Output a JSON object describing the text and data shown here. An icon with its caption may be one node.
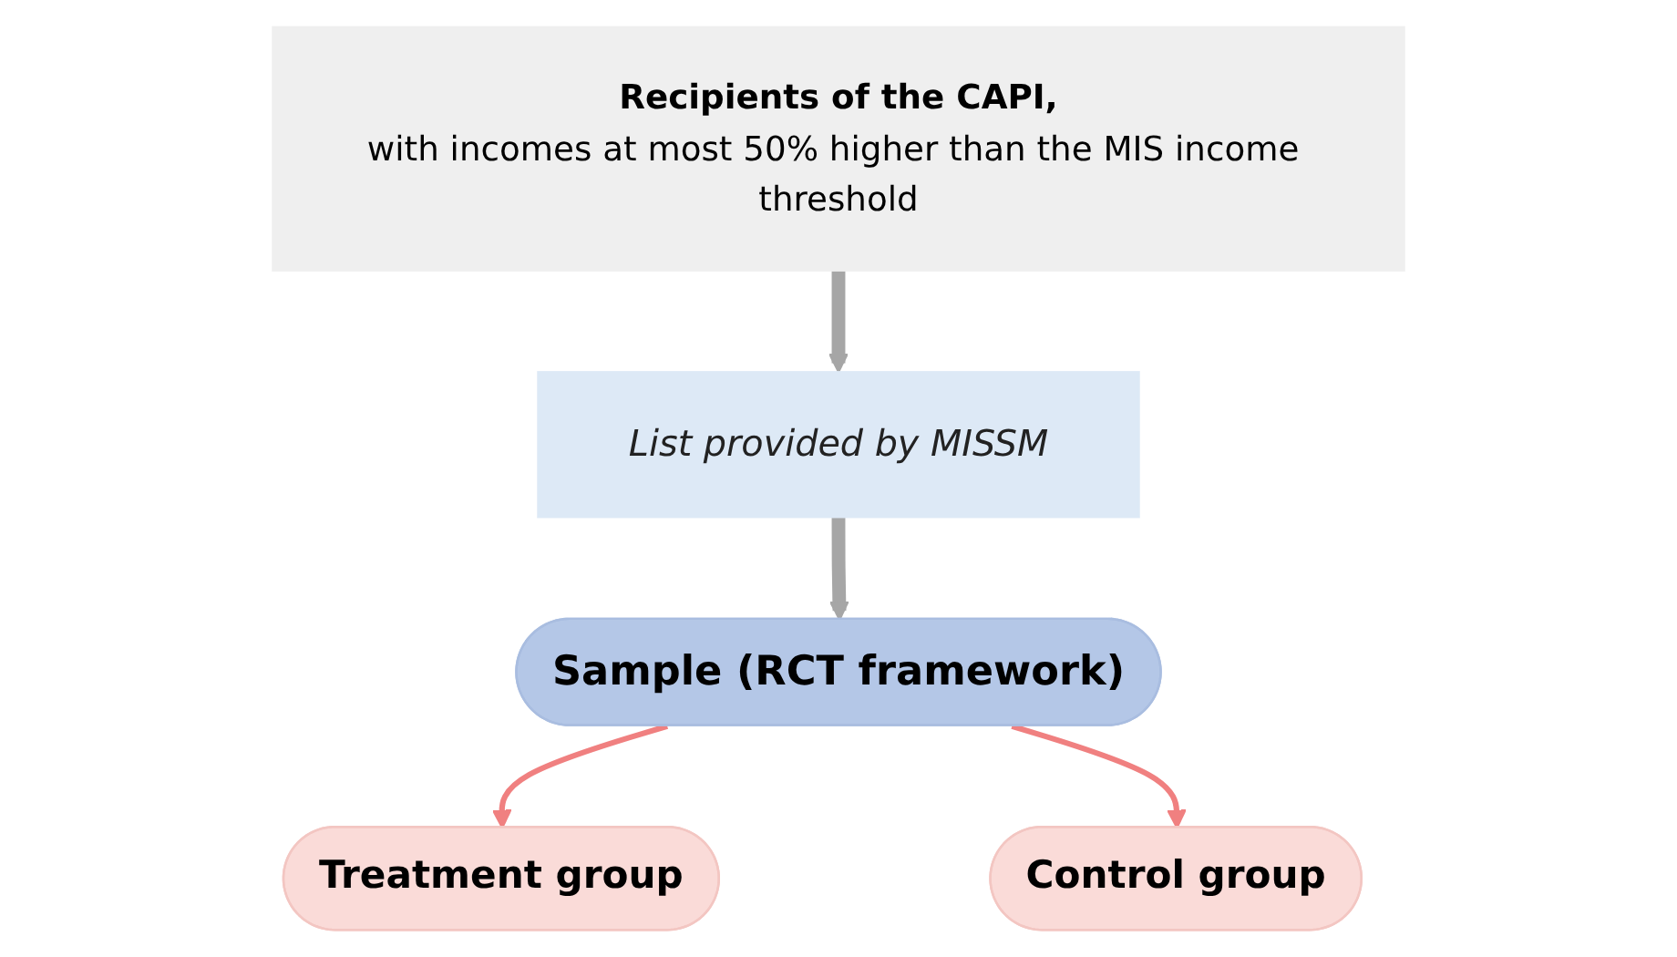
{
  "diagram": {
    "nodes": [
      {
        "text": [
          "Recipients of the CAPI,",
          "with incomes at most 50% higher than the MIS income threshold"
        ]
      },
      {
        "text": [
          "List provided by MISSM"
        ]
      },
      {
        "text": [
          "Sample (RCT framework)"
        ]
      },
      {
        "text": [
          "Treatment group"
        ]
      },
      {
        "text": [
          "Control group"
        ]
      }
    ],
    "edges": [
      {
        "from": 0,
        "to": 1,
        "arrow": "to",
        "style": "thick",
        "color": "#a6a6a6"
      },
      {
        "from": 1,
        "to": 2,
        "arrow": "to",
        "style": "thick",
        "color": "#a6a6a6"
      },
      {
        "from": 2,
        "to": 3,
        "arrow": "to",
        "color": "#f08080"
      },
      {
        "from": 2,
        "to": 4,
        "arrow": "to",
        "color": "#f08080"
      }
    ]
  }
}
